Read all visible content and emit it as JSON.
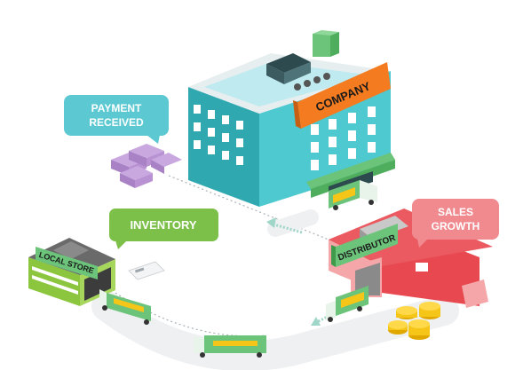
{
  "labels": {
    "company": "COMPANY",
    "distributor": "DISTRIBUTOR",
    "local_store": "LOCAL STORE",
    "inventory": "INVENTORY",
    "payment_received": [
      "PAYMENT",
      "RECEIVED"
    ],
    "sales_growth": [
      "SALES",
      "GROWTH"
    ]
  },
  "colors": {
    "company_sign": "#f47b20",
    "building_teal": "#3bbfc6",
    "distributor_red": "#e8484f",
    "store_green": "#8cc63f",
    "bubble_teal": "#5bc8d2",
    "bubble_green": "#7cc04a",
    "bubble_pink": "#f08a8f",
    "money_purple": "#c9a8e0",
    "coin_gold": "#f5c518"
  }
}
